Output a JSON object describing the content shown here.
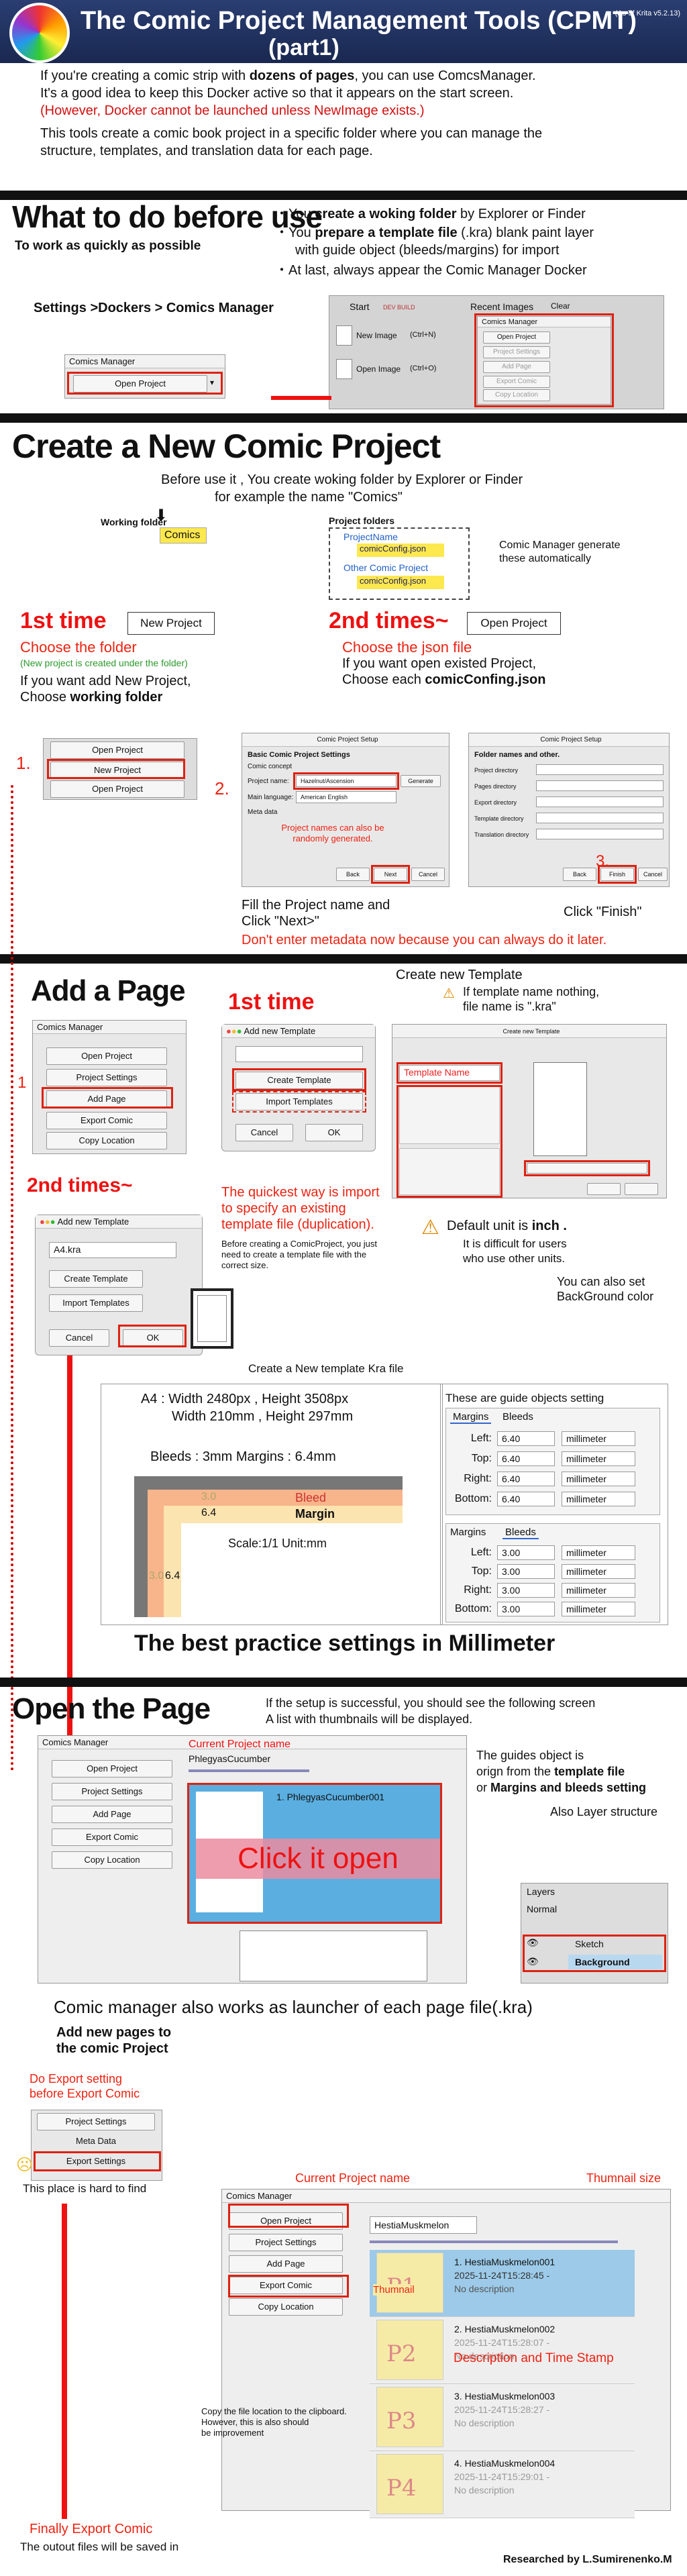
{
  "header": {
    "title": "The Comic Project Management Tools  (CPMT)",
    "subtitle": "(part1)",
    "version": "(As of Krita v5.2.13)"
  },
  "intro": {
    "l1a": "If you're creating a comic strip with ",
    "l1b": "dozens of pages",
    ", ": "",
    "l1c": ", you can use ComcsManager.",
    "l2": "It's a good idea to keep this Docker active so that it appears on the start screen.",
    "l3": "(However, Docker cannot be launched unless NewImage exists.)",
    "l4": "This tools create a comic book project in a specific folder where you can manage the",
    "l5": "structure, templates, and translation data for each page."
  },
  "s1": {
    "title": "What to do before use",
    "sub": "To work as quickly as possible",
    "b1a": "・You ",
    "b1b": "create a woking folder",
    "b1c": "  by  Explorer or Finder",
    "b2a": "・You ",
    "b2b": "prepare a template file",
    ".": "",
    "b2c": " (.kra)  blank paint layer",
    "b3": "with guide object (bleeds/margins) for import",
    "b4": "・At last, always appear the  Comic Manager Docker",
    "path": "Settings >Dockers > Comics Manager",
    "dock_title": "Comics Manager",
    "open_btn": "Open Project",
    "start": "Start",
    "dev": "DEV BUILD",
    "recent": "Recent Images",
    "clear": "Clear",
    "newimg": "New Image",
    "newk": "(Ctrl+N)",
    "openimg": "Open Image",
    "openk": "(Ctrl+O)",
    "mini_title": "Comics Manager",
    "mini1": "Open Project",
    "mini2": "Project Settings",
    "mini3": "Add Page",
    "mini4": "Export Comic",
    "mini5": "Copy Location"
  },
  "s2": {
    "title": "Create a New Comic Project",
    "t1": "Before use it , You create  woking folder  by Explorer or Finder",
    "t2": "for example the name \"Comics\"",
    "wf": "Working folder",
    "comics": "Comics",
    "pf": "Project folders",
    "pn": "ProjectName",
    "cfg1": "comicConfig.json",
    "other": "Other Comic Project",
    "cfg2": "comicConfig.json",
    "gen1": "Comic Manager generate",
    "gen2": "these automatically",
    "first": "1st time",
    "newproj": "New Project",
    "choose": "Choose the folder",
    "created": "(New project is created  under the folder)",
    "ifw1": "If you want add New Project,",
    "ifw2a": "Choose ",
    "ifw2b": "working folder",
    "second": "2nd times~",
    "openproj": "Open Project",
    "choosej": "Choose the json file",
    "ifo1": "If you want open existed Project,",
    "ifo2a": "Choose  each ",
    "ifo2b": "comicConfing.json",
    "n1": "1.",
    "n2": "2.",
    "n3": "3.",
    "m1": "Open Project",
    "m2": "New Project",
    "m3": "Open Project",
    "dlg1": "Comic Project Setup",
    "basic": "Basic Comic Project Settings",
    "comicconcept": "Comic concept",
    "projname": "Project name:",
    "projval": "Hazelnut/Ascension",
    "mainlang": "Main language:",
    "langval": "American English",
    "meta": "Meta data",
    "generate": "Generate",
    "back": "Back",
    "next": "Next",
    "cancel": "Cancel",
    "randnote1": "Project names can also be",
    "randnote2": "randomly generated.",
    "dlg2": "Comic Project Setup",
    "fold": "Folder names and other.",
    "pdir": "Project directory",
    "pagesdir": "Pages directory",
    "exportdir": "Export directory",
    "tmpldir": "Template directory",
    "transdir": "Translation directory",
    "finish": "Finish",
    "fill1": "Fill  the Project name and",
    "fill2": "Click \"Next>\"",
    "clickf": "Click \"Finish\"",
    "warn": "Don't enter metadata now because you can always do it later."
  },
  "s3": {
    "title": "Add a Page",
    "first": "1st time",
    "second": "2nd times~",
    "one": "1",
    "dock": "Comics Manager",
    "b1": "Open Project",
    "b2": "Project Settings",
    "b3": "Add Page",
    "b4": "Export Comic",
    "b5": "Copy Location",
    "ant": "Add new Template",
    "ct": "Create Template",
    "it": "Import Templates",
    "cancel": "Cancel",
    "ok": "OK",
    "cnt": "Create new Template",
    "cnt2": "If  template name nothing,",
    "cnt3": "file name is  \".kra\"",
    "tname": "Template Name",
    "quick1": "The quickest way  is import",
    "quick2": "to specify an existing",
    "quick3": "template file (duplication).",
    "before1": "Before creating a ComicProject, you just",
    "before2": "need to create a template file with the",
    "before3": "correct size.",
    "a4kra": "A4.kra",
    "ct2": "Create Template",
    "it2": "Import Templates",
    "cancel2": "Cancel",
    "ok2": "OK",
    "du1": "Default  unit  is ",
    "du2": "inch .",
    "du3": "It is difficult for users",
    "du4": "who use other units.",
    "bg1": "You can also set",
    "bg2": "BackGround color",
    "ckra": "Create a New template Kra file",
    "a4a": "A4 :  Width  2480px , Height 3508px",
    "a4b": "Width  210mm , Height 297mm",
    "bm": "Bleeds : 3mm    Margins : 6.4mm",
    "v30": "3.0",
    "bleed": "Bleed",
    "v64": "6.4",
    "margin": "Margin",
    "scale": "Scale:1/1 Unit:mm",
    "v30b": "3.0",
    "v64b": "6.4",
    "gs": "These are guide objects setting",
    "mtab": "Margins",
    "btab": "Bleeds",
    "left": "Left:",
    "top": "Top:",
    "right": "Right:",
    "bottom": "Bottom:",
    "mv": "6.40",
    "bv": "3.00",
    "unit": "millimeter",
    "best": "The best practice settings in Millimeter"
  },
  "s4": {
    "title": "Open the  Page",
    "i1": "If the setup is successful, you should see the following screen",
    "i2": "A list with thumbnails will be displayed.",
    "dock": "Comics Manager",
    "b1": "Open Project",
    "b2": "Project Settings",
    "b3": "Add Page",
    "b4": "Export Comic",
    "b5": "Copy Location",
    "cpn": "Current Project name",
    "proj": "PhlegyasCucumber",
    "p1": "1. PhlegyasCucumber001",
    "click": "Click it open",
    "g1": "The guides object is",
    "g2a": "orign from the ",
    "g2b": "template file",
    "g3a": "or ",
    "g3b": "Margins and bleeds setting",
    "also": "Also Layer structure",
    "layers": "Layers",
    "normal": "Normal",
    "sketch": "Sketch",
    "bgl": "Background"
  },
  "s5": {
    "launch": "Comic manager also works as launcher of each page file(.kra)",
    "anp1": "Add new pages to",
    "anp2": "the comic Project",
    "dox1": "Do Export setting",
    "dox2": "before Export Comic",
    "ps": "Project Settings",
    "md": "Meta Data",
    "es": "Export Settings",
    "hard": "This place is hard to find",
    "dock": "Comics Manager",
    "b1": "Open Project",
    "b2": "Project Settings",
    "b3": "Add Page",
    "b4": "Export Comic",
    "b5": "Copy Location",
    "cpn": "Current Project name",
    "ts": "Thumnail size",
    "proj": "HestiaMuskmelon",
    "copy1": "Copy the file location to the clipboard.",
    "copy2": "However, this is also should",
    "copy3": " be improvement",
    "pg": [
      {
        "t": "1. HestiaMuskmelon001",
        "d": "2025-11-24T15:28:45 -",
        "n": "No description",
        "k": "P1"
      },
      {
        "t": "2. HestiaMuskmelon002",
        "d": "2025-11-24T15:28:07 -",
        "n": "No description",
        "k": "P2"
      },
      {
        "t": "3. HestiaMuskmelon003",
        "d": "2025-11-24T15:28:27 -",
        "n": "No description",
        "k": "P3"
      },
      {
        "t": "4. HestiaMuskmelon004",
        "d": "2025-11-24T15:29:01 -",
        "n": "No description",
        "k": "P4"
      }
    ],
    "thumnail": "Thumnail",
    "dts": "Description and Time Stamp",
    "fin": "Finally Export Comic",
    "saved": "The outout files will be saved in",
    "credit": "Researched by L.Sumirenenko.M"
  }
}
